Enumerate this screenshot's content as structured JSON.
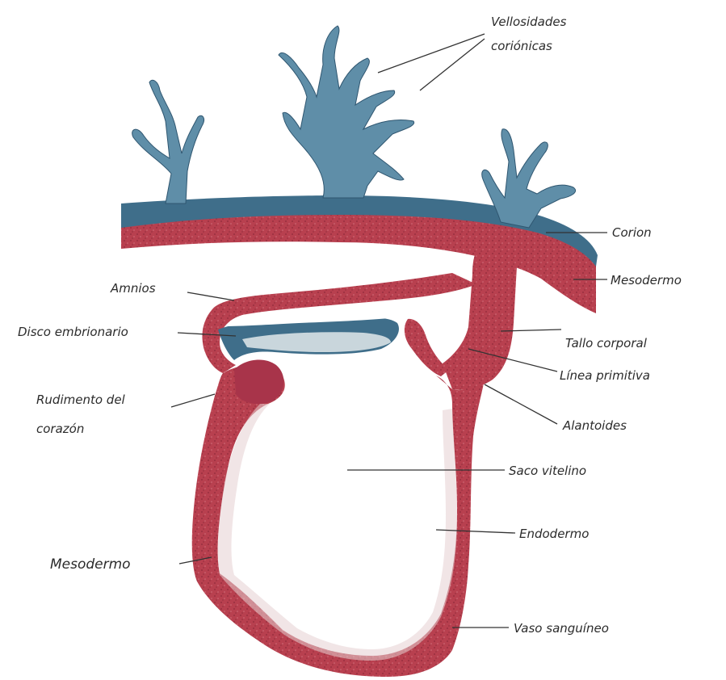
{
  "colors": {
    "mesoderm_red": "#b8404f",
    "mesoderm_dark": "#8f2a3a",
    "ectoderm_blue": "#3f6e8a",
    "villi_blue": "#5f8ea8",
    "endoderm_light": "#c9d6dc",
    "text": "#2b2b2b"
  },
  "labels": {
    "vellosidades_1": "Vellosidades",
    "vellosidades_2": "coriónicas",
    "corion": "Corion",
    "mesodermo_right": "Mesodermo",
    "amnios": "Amnios",
    "disco": "Disco embrionario",
    "tallo": "Tallo corporal",
    "linea": "Línea primitiva",
    "rudimento_1": "Rudimento del",
    "rudimento_2": "corazón",
    "alantoides": "Alantoides",
    "saco": "Saco vitelino",
    "endodermo": "Endodermo",
    "mesodermo_left": "Mesodermo",
    "vaso": "Vaso sanguíneo"
  }
}
